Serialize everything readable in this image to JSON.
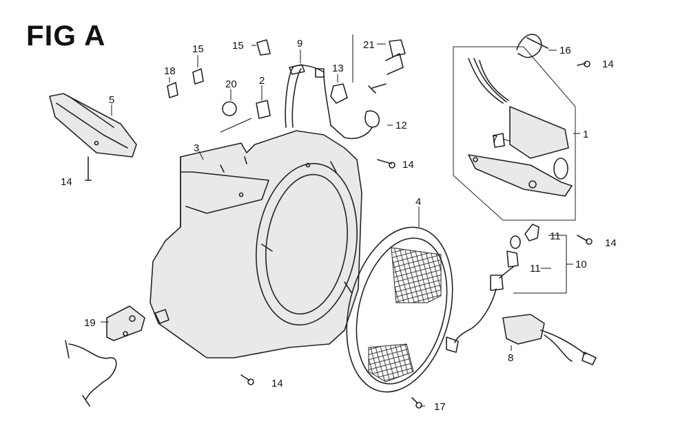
{
  "figure": {
    "title": "FIG A"
  },
  "callouts": {
    "c1": "1",
    "c2": "2",
    "c3": "3",
    "c4": "4",
    "c5": "5",
    "c7": "7",
    "c8": "8",
    "c9": "9",
    "c10": "10",
    "c11a": "11",
    "c11b": "11",
    "c12": "12",
    "c13": "13",
    "c14a": "14",
    "c14b": "14",
    "c14c": "14",
    "c14d": "14",
    "c14e": "14",
    "c15a": "15",
    "c15b": "15",
    "c16": "16",
    "c17": "17",
    "c18": "18",
    "c19": "19",
    "c20": "20",
    "c21": "21"
  }
}
